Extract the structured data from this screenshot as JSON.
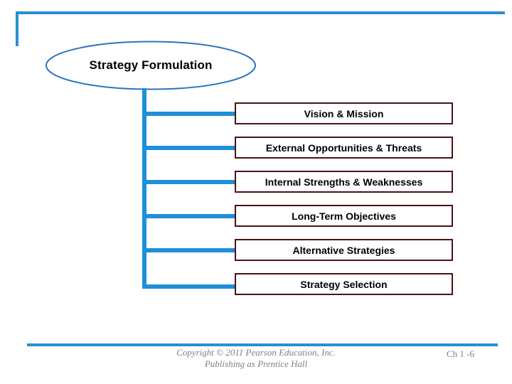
{
  "slide": {
    "title": "Strategy Formulation",
    "accent_blue": "#1F8FD8",
    "rule_blue": "#2A8FD0",
    "box_border": "#4C1212",
    "footer_gray": "#808080"
  },
  "diagram": {
    "root_label": "Strategy Formulation",
    "nodes": [
      {
        "label": "Vision & Mission"
      },
      {
        "label": "External Opportunities & Threats"
      },
      {
        "label": "Internal Strengths & Weaknesses"
      },
      {
        "label": "Long-Term Objectives"
      },
      {
        "label": "Alternative Strategies"
      },
      {
        "label": "Strategy Selection"
      }
    ]
  },
  "footer": {
    "copyright_line1": "Copyright © 2011 Pearson Education, Inc.",
    "copyright_line2": "Publishing as Prentice Hall",
    "page_ref": "Ch 1 -6"
  }
}
